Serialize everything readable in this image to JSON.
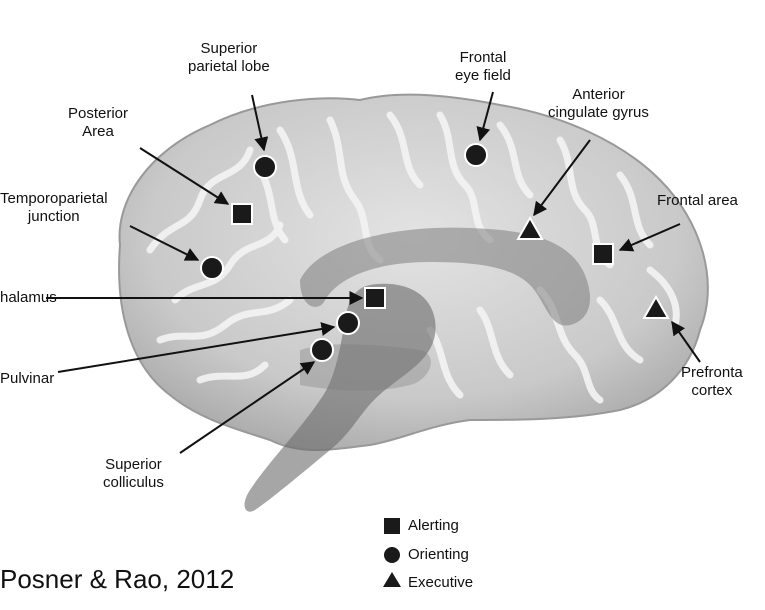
{
  "labels": {
    "superior_parietal_lobe": [
      "Superior",
      "parietal lobe"
    ],
    "frontal_eye_field": [
      "Frontal",
      "eye field"
    ],
    "posterior_area": [
      "Posterior",
      "Area"
    ],
    "anterior_cingulate_gyrus": [
      "Anterior",
      "cingulate gyrus"
    ],
    "temporoparietal_junction": [
      "Temporoparietal",
      "junction"
    ],
    "frontal_area": [
      "Frontal area"
    ],
    "thalamus": [
      "halamus"
    ],
    "pulvinar": [
      "Pulvinar"
    ],
    "prefrontal_cortex": [
      "Prefronta",
      "cortex"
    ],
    "superior_colliculus": [
      "Superior",
      "colliculus"
    ]
  },
  "legend": {
    "alerting": "Alerting",
    "orienting": "Orienting",
    "executive": "Executive"
  },
  "citation": "Posner & Rao, 2012",
  "colors": {
    "brain_light": "#dcdcdc",
    "brain_mid": "#b5b5b5",
    "sulcus": "#f2f2f2",
    "limbic": "#8f8f8f",
    "marker": "#1a1a1a"
  }
}
